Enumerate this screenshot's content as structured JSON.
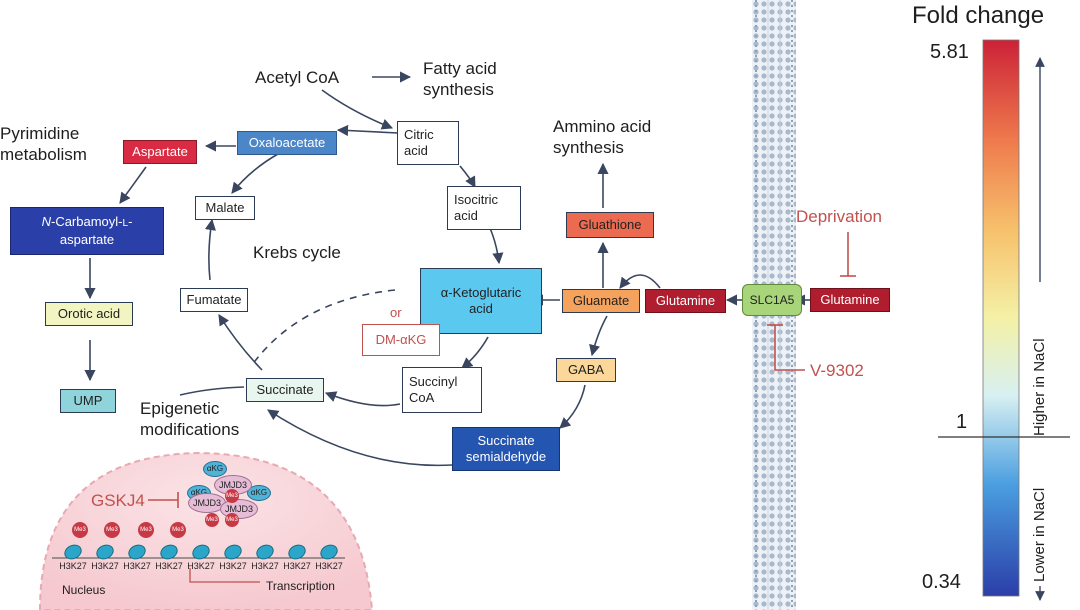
{
  "titles": {
    "acetyl_coa": "Acetyl CoA",
    "fatty_acid": [
      "Fatty acid",
      "synthesis"
    ],
    "pyrimidine": [
      "Pyrimidine",
      "metabolism"
    ],
    "amino_acid": [
      "Ammino acid",
      "synthesis"
    ],
    "krebs": "Krebs cycle",
    "epigenetic": [
      "Epigenetic",
      "modifications"
    ],
    "deprivation": "Deprivation",
    "v9302": "V-9302",
    "gskj4": "GSKJ4",
    "or": "or"
  },
  "nodes": {
    "aspartate": "Aspartate",
    "oxaloacetate": "Oxaloacetate",
    "citric": [
      "Citric",
      "acid"
    ],
    "isocitric": [
      "Isocitric",
      "acid"
    ],
    "carbamoyl": [
      "N-Carbamoyl-L-",
      "aspartate"
    ],
    "malate": "Malate",
    "orotic": "Orotic acid",
    "ump": "UMP",
    "fumatate": "Fumatate",
    "akg": [
      "α-Ketoglutaric",
      "acid"
    ],
    "dmakg": "DM-αKG",
    "succinate": "Succinate",
    "succinyl": [
      "Succinyl",
      "CoA"
    ],
    "gluathione": "Gluathione",
    "gluamate": "Gluamate",
    "glutamine_in": "Glutamine",
    "slc1a5": "SLC1A5",
    "glutamine_out": "Glutamine",
    "gaba": "GABA",
    "succ_semi": [
      "Succinate",
      "semialdehyde"
    ]
  },
  "nucleus": {
    "label": "Nucleus",
    "transcription": "Transcription",
    "histone": "H3K27",
    "me3": "Me3",
    "akg": "αKG",
    "jmjd3": "JMJD3"
  },
  "colorbar": {
    "title": "Fold change",
    "max": "5.81",
    "mid": "1",
    "min": "0.34",
    "higher": "Higher in NaCl",
    "lower": "Lower in NaCl"
  },
  "colors": {
    "aspartate": "#d92b43",
    "oxaloacetate": "#4a86c8",
    "carbamoyl": "#2b3fa8",
    "orotic": "#f2f5c2",
    "ump": "#8fd3db",
    "akg": "#5bc8f0",
    "succinate": "#e8f6ef",
    "gluathione": "#ec6a4f",
    "gluamate": "#f5a35c",
    "glutamine": "#b01d2e",
    "slc1a5": "#a8d47a",
    "gaba": "#fbd79a",
    "succ_semi": "#2455b0",
    "inhibitor": "#c0524f"
  }
}
